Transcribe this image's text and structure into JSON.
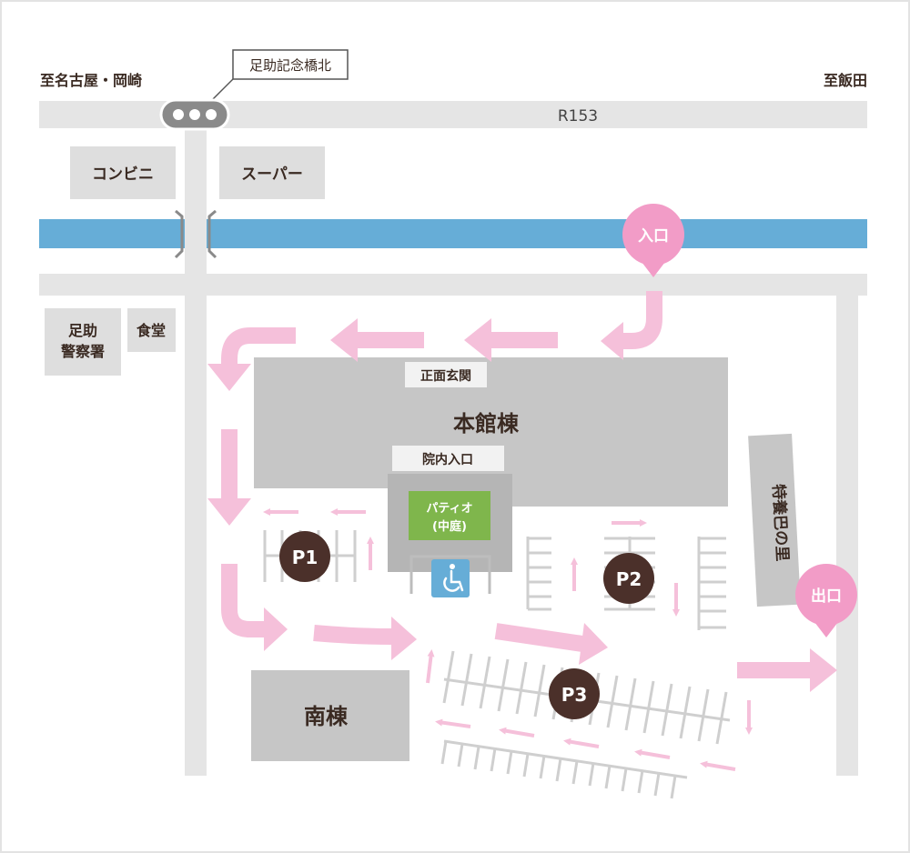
{
  "labels": {
    "to_nagoya_okazaki": "至名古屋・岡崎",
    "to_iida": "至飯田",
    "route": "R153",
    "signal_name": "足助記念橋北",
    "convenience_store": "コンビニ",
    "supermarket": "スーパー",
    "police_line1": "足助",
    "police_line2": "警察署",
    "diner": "食堂",
    "entrance": "入口",
    "exit": "出口",
    "front_entrance": "正面玄関",
    "main_building": "本館棟",
    "hospital_entrance": "院内入口",
    "patio_line1": "パティオ",
    "patio_line2": "(中庭)",
    "south_building": "南棟",
    "tokuyou": "特養巴の里",
    "p1": "P1",
    "p2": "P2",
    "p3": "P3"
  },
  "colors": {
    "road": "#e5e5e5",
    "river": "#66add7",
    "building": "#c6c6c6",
    "arrow": "#f5c0da",
    "pin": "#f29cc7",
    "parking_badge": "#4b302a",
    "patio": "#7fb64c",
    "accessible": "#66add7",
    "text": "#3a2a22",
    "frame": "#e3e3e3"
  },
  "icons": {
    "signal": "traffic-signal-icon",
    "accessible": "wheelchair-icon",
    "entrance_pin": "map-pin-icon",
    "exit_pin": "map-pin-icon"
  }
}
